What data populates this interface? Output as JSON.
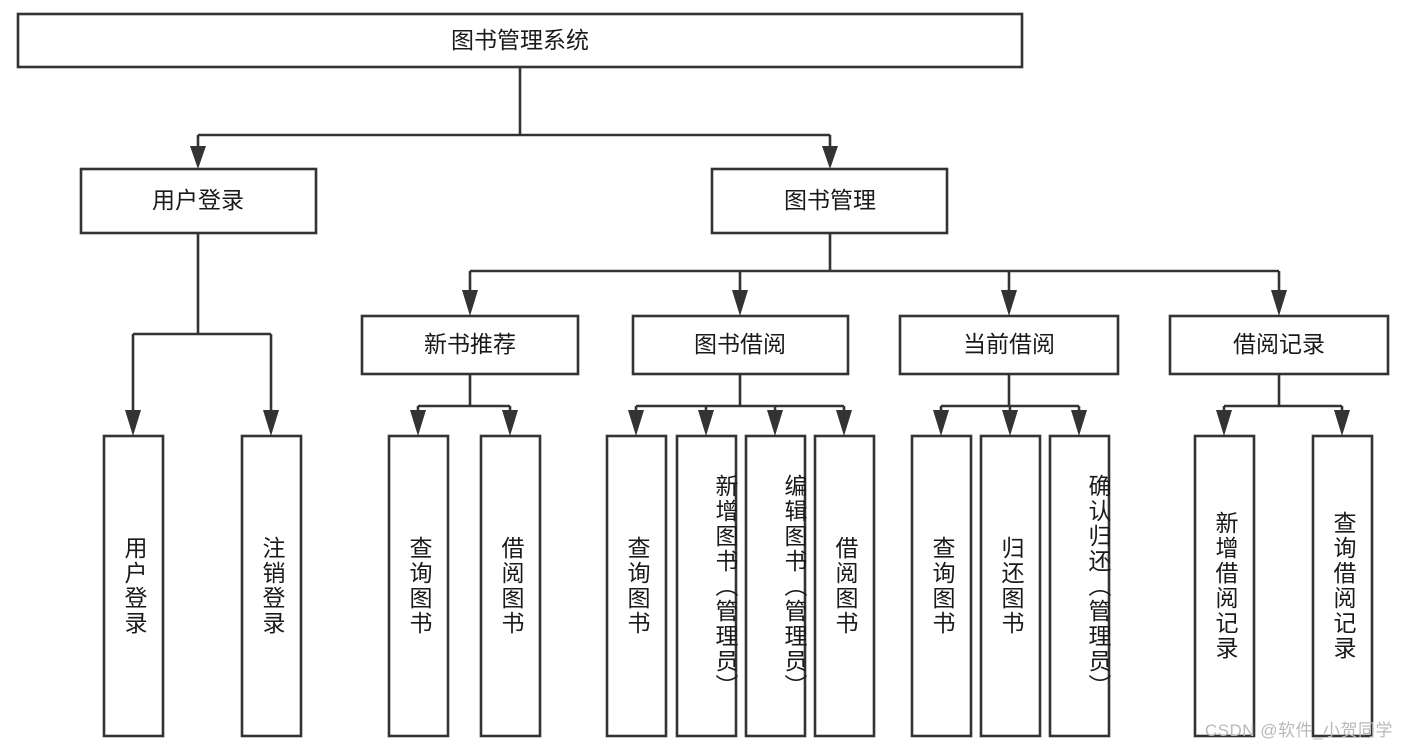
{
  "diagram": {
    "title": "图书管理系统",
    "type": "functional-decomposition-tree",
    "watermark": "CSDN @软件_小贺同学",
    "colors": {
      "stroke": "#333333",
      "fill": "#ffffff",
      "text": "#1a1a1a",
      "watermark": "#b9b9b9"
    },
    "root": {
      "label": "图书管理系统"
    },
    "level2": [
      {
        "label": "用户登录"
      },
      {
        "label": "图书管理"
      }
    ],
    "level3": [
      {
        "label": "新书推荐"
      },
      {
        "label": "图书借阅"
      },
      {
        "label": "当前借阅"
      },
      {
        "label": "借阅记录"
      }
    ],
    "leaves": [
      {
        "label": "用户登录",
        "parent": "用户登录"
      },
      {
        "label": "注销登录",
        "parent": "用户登录"
      },
      {
        "label": "查询图书",
        "parent": "新书推荐"
      },
      {
        "label": "借阅图书",
        "parent": "新书推荐"
      },
      {
        "label": "查询图书",
        "parent": "图书借阅"
      },
      {
        "label": "新增图书（管理员）",
        "parent": "图书借阅"
      },
      {
        "label": "编辑图书（管理员）",
        "parent": "图书借阅"
      },
      {
        "label": "借阅图书",
        "parent": "图书借阅"
      },
      {
        "label": "查询图书",
        "parent": "当前借阅"
      },
      {
        "label": "归还图书",
        "parent": "当前借阅"
      },
      {
        "label": "确认归还（管理员）",
        "parent": "当前借阅"
      },
      {
        "label": "新增借阅记录",
        "parent": "借阅记录"
      },
      {
        "label": "查询借阅记录",
        "parent": "借阅记录"
      }
    ]
  }
}
